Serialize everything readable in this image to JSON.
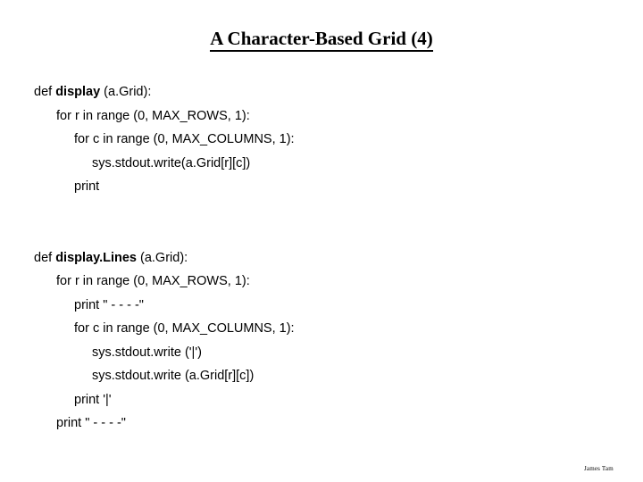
{
  "slide": {
    "title": "A Character-Based Grid (4)",
    "background_color": "#ffffff",
    "text_color": "#000000",
    "footer_credit": "James Tam"
  },
  "code": {
    "lines": [
      {
        "indent": 0,
        "blank": false,
        "prefix": "def ",
        "bold": "display",
        "suffix": " (a.Grid):"
      },
      {
        "indent": 1,
        "blank": false,
        "prefix": "",
        "bold": "",
        "suffix": "for r in range (0, MAX_ROWS, 1):"
      },
      {
        "indent": 2,
        "blank": false,
        "prefix": "",
        "bold": "",
        "suffix": "for c in range (0, MAX_COLUMNS, 1):"
      },
      {
        "indent": 3,
        "blank": false,
        "prefix": "",
        "bold": "",
        "suffix": "sys.stdout.write(a.Grid[r][c])"
      },
      {
        "indent": 2,
        "blank": false,
        "prefix": "",
        "bold": "",
        "suffix": "print"
      },
      {
        "indent": 0,
        "blank": true,
        "prefix": "",
        "bold": "",
        "suffix": ""
      },
      {
        "indent": 0,
        "blank": true,
        "prefix": "",
        "bold": "",
        "suffix": ""
      },
      {
        "indent": 0,
        "blank": false,
        "prefix": "def ",
        "bold": "display.Lines",
        "suffix": " (a.Grid):"
      },
      {
        "indent": 1,
        "blank": false,
        "prefix": "",
        "bold": "",
        "suffix": "for r in range (0, MAX_ROWS, 1):"
      },
      {
        "indent": 2,
        "blank": false,
        "prefix": "",
        "bold": "",
        "suffix": "print \" - - - -\""
      },
      {
        "indent": 2,
        "blank": false,
        "prefix": "",
        "bold": "",
        "suffix": "for c in range (0, MAX_COLUMNS, 1):"
      },
      {
        "indent": 3,
        "blank": false,
        "prefix": "",
        "bold": "",
        "suffix": "sys.stdout.write ('|')"
      },
      {
        "indent": 3,
        "blank": false,
        "prefix": "",
        "bold": "",
        "suffix": "sys.stdout.write (a.Grid[r][c])"
      },
      {
        "indent": 2,
        "blank": false,
        "prefix": "",
        "bold": "",
        "suffix": "print '|'"
      },
      {
        "indent": 1,
        "blank": false,
        "prefix": "",
        "bold": "",
        "suffix": "print \" - - - -\""
      }
    ]
  }
}
